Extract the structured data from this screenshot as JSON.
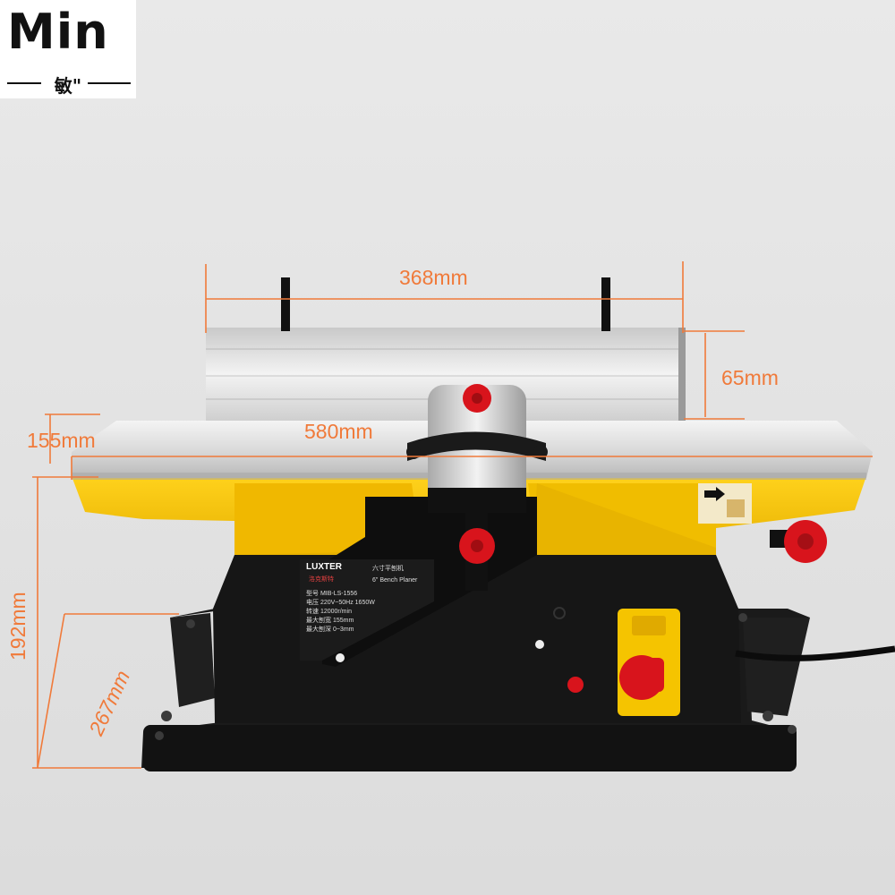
{
  "logo": {
    "text": "Min",
    "sub_text": "敏\""
  },
  "dimensions": {
    "width_fence": "368mm",
    "fence_height": "65mm",
    "table_length": "580mm",
    "table_width": "155mm",
    "height": "192mm",
    "base_depth": "267mm"
  },
  "nameplate": {
    "brand": "LUXTER",
    "brand_cn": "洛克斯特",
    "title_cn": "六寸平刨机",
    "title_en": "6\" Bench Planer",
    "rows": [
      "型号  MIB-LS-1556",
      "电压  220V~50Hz 1650W",
      "转速  12000r/min",
      "最大刨宽  155mm",
      "最大刨深  0~3mm"
    ]
  },
  "colors": {
    "dimension_lines": "#f07a3a",
    "body_yellow": "#f2c20f",
    "base_black": "#151515",
    "knob_red": "#d8141c"
  }
}
